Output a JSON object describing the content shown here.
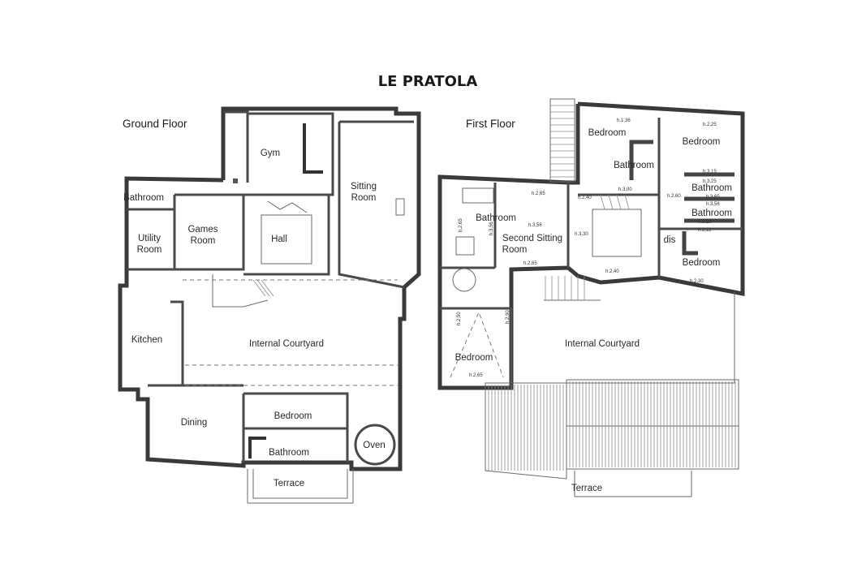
{
  "title": "LE PRATOLA",
  "ground_floor": {
    "label": "Ground Floor",
    "rooms": {
      "gym": "Gym",
      "sitting_room": [
        "Sitting",
        "Room"
      ],
      "bathroom": "Bathroom",
      "games_room": [
        "Games",
        "Room"
      ],
      "hall": "Hall",
      "utility_room": [
        "Utility",
        "Room"
      ],
      "kitchen": "Kitchen",
      "internal_courtyard": "Internal Courtyard",
      "bedroom": "Bedroom",
      "dining": "Dining",
      "bathroom_2": "Bathroom",
      "oven": "Oven",
      "terrace": "Terrace"
    }
  },
  "first_floor": {
    "label": "First Floor",
    "rooms": {
      "bedroom_1": "Bedroom",
      "bathroom_1": "Bathroom",
      "bedroom_2": "Bedroom",
      "bathroom_2": "Bathroom",
      "bathroom_3": "Bathroom",
      "bathroom_4": "Bathroom",
      "second_sitting_room": [
        "Second Sitting",
        "Room"
      ],
      "bedroom_3": "Bedroom",
      "internal_courtyard": "Internal Courtyard",
      "bedroom_4": "Bedroom",
      "terrace": "Terrace",
      "dis": "dis"
    },
    "heights": {
      "h136": "h.1,36",
      "h225": "h.2,25",
      "h265a": "h.2,65",
      "h240": "h.2,40",
      "h300": "h.3,00",
      "h260": "h.2,60",
      "h315": "h.3,15",
      "h325": "h.3,25",
      "h365": "h.3,65",
      "h356a": "h.3,56",
      "h320": "h.3,20",
      "h312": "h.3,12",
      "h265b": "h.2,65",
      "h356b": "h.3,56",
      "h330": "h.3,30",
      "h356c": "h.3,56",
      "h265c": "h.2,65",
      "h240b": "h.2,40",
      "h230": "h.2,30",
      "h290a": "h.2,90",
      "h290b": "h.2,90",
      "h265d": "h.2,65"
    }
  }
}
